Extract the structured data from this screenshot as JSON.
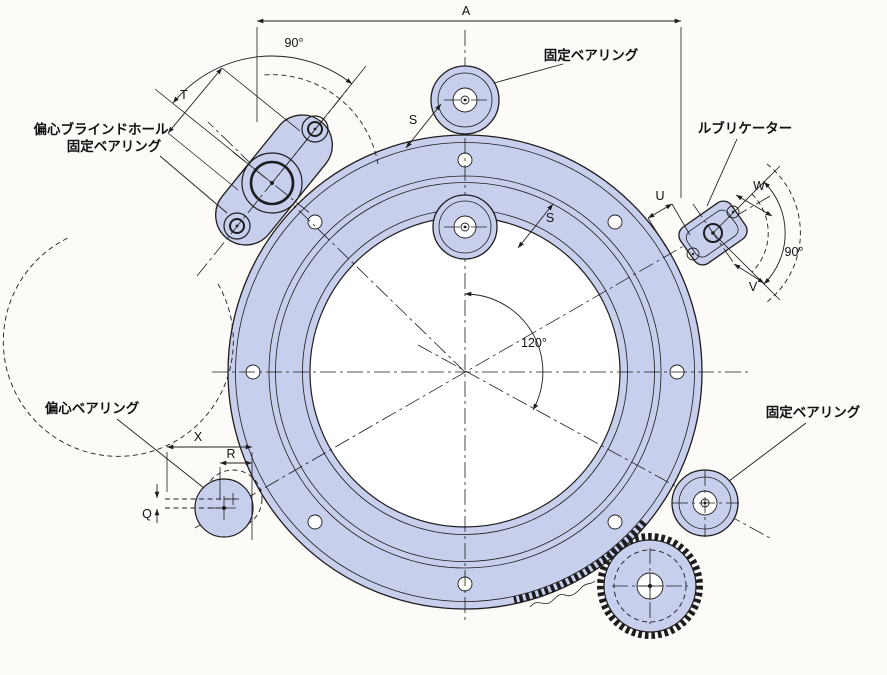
{
  "colors": {
    "background": "#fcfbf7",
    "part_fill": "#c7cfec",
    "hole_fill": "#ffffff",
    "line": "#1d1d1f"
  },
  "labels": {
    "fixed_bearing_top": "固定ベアリング",
    "eccentric_blind_hole_line1": "偏心ブラインドホール",
    "eccentric_blind_hole_line2": "固定ベアリング",
    "lubricator": "ルブリケーター",
    "eccentric_bearing": "偏心ベアリング",
    "fixed_bearing_bottom_right": "固定ベアリング"
  },
  "dimensions": {
    "overall_width": "A",
    "t": "T",
    "s_outer": "S",
    "s_inner": "S",
    "u": "U",
    "w": "W",
    "v": "V",
    "x": "X",
    "r": "R",
    "q": "Q",
    "angle_blind_hole": "90°",
    "angle_lubricator": "90°",
    "angle_bearing_spacing": "120°"
  }
}
